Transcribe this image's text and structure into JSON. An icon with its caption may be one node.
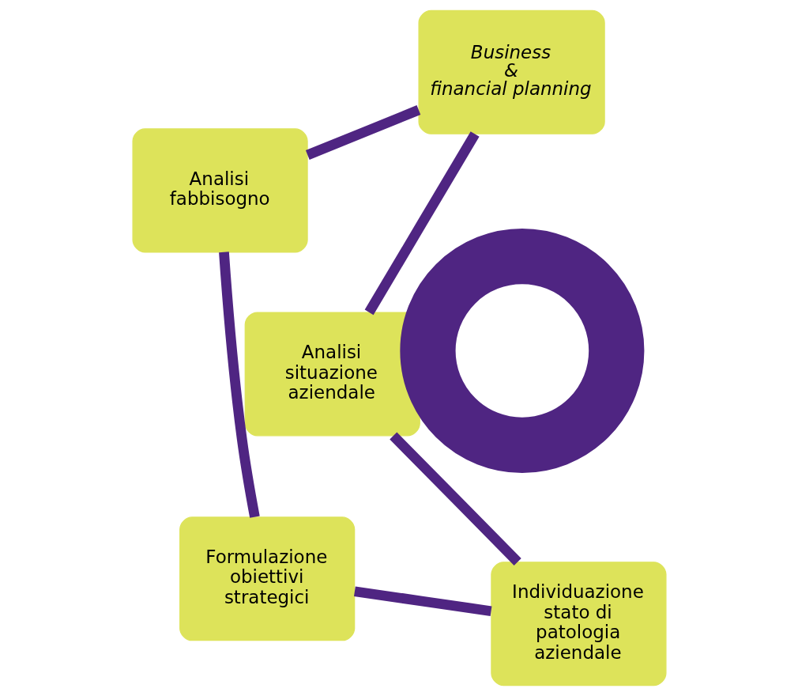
{
  "diagram": {
    "nodes": [
      {
        "text": [
          "Analisi situazione aziendale"
        ]
      },
      {
        "text": [
          "Individuazione stato di patologia aziendale"
        ]
      },
      {
        "text": [
          "Formulazione obiettivi strategici"
        ]
      },
      {
        "text": [
          "Analisi fabbisogno"
        ]
      },
      {
        "text": [
          "Business & financial planning"
        ]
      },
      {
        "text": [],
        "shape": "circle"
      }
    ],
    "edges": [
      {
        "from": 0,
        "to": 1,
        "arrow": "none"
      },
      {
        "from": 1,
        "to": 2,
        "arrow": "none"
      },
      {
        "from": 2,
        "to": 3,
        "arrow": "none"
      },
      {
        "from": 3,
        "to": 4,
        "arrow": "none"
      },
      {
        "from": 4,
        "to": 0,
        "arrow": "none"
      }
    ]
  }
}
